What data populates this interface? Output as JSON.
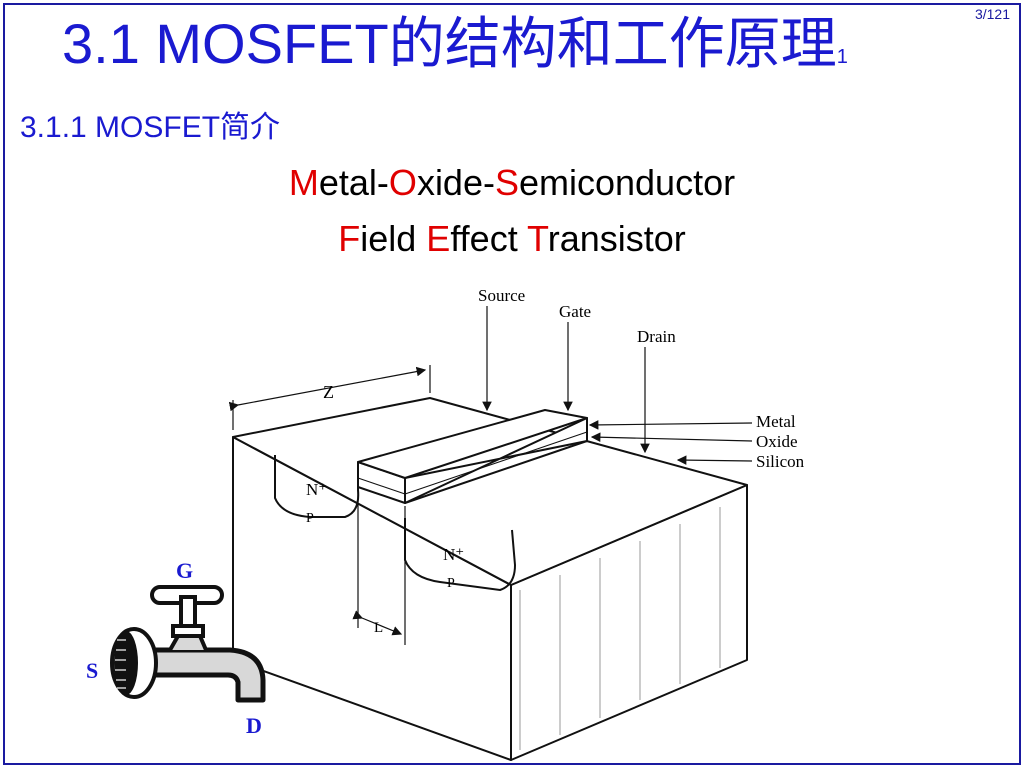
{
  "slide": {
    "page_number": "3/121",
    "title_main": "3.1  MOSFET的结构和工作原理",
    "title_sub": "1",
    "subtitle": "3.1.1 MOSFET简介"
  },
  "acronym": {
    "line1": [
      {
        "text": "M",
        "highlight": true
      },
      {
        "text": "etal-",
        "highlight": false
      },
      {
        "text": "O",
        "highlight": true
      },
      {
        "text": "xide-",
        "highlight": false
      },
      {
        "text": "S",
        "highlight": true
      },
      {
        "text": "emiconductor",
        "highlight": false
      }
    ],
    "line2": [
      {
        "text": "F",
        "highlight": true
      },
      {
        "text": "ield ",
        "highlight": false
      },
      {
        "text": "E",
        "highlight": true
      },
      {
        "text": "ffect ",
        "highlight": false
      },
      {
        "text": "T",
        "highlight": true
      },
      {
        "text": "ransistor",
        "highlight": false
      }
    ],
    "highlight_color": "#e00000"
  },
  "diagram": {
    "labels": {
      "source": "Source",
      "gate": "Gate",
      "drain": "Drain",
      "metal": "Metal",
      "oxide": "Oxide",
      "silicon": "Silicon",
      "width": "Z",
      "length": "L",
      "n_plus_left": "N⁺",
      "p_left": "P",
      "n_plus_right": "N⁺",
      "p_right": "P"
    }
  },
  "faucet": {
    "gate_label": "G",
    "source_label": "S",
    "drain_label": "D",
    "label_color": "#1a1ad0"
  },
  "colors": {
    "title": "#1a1ad0",
    "frame": "#1a1aa0"
  }
}
